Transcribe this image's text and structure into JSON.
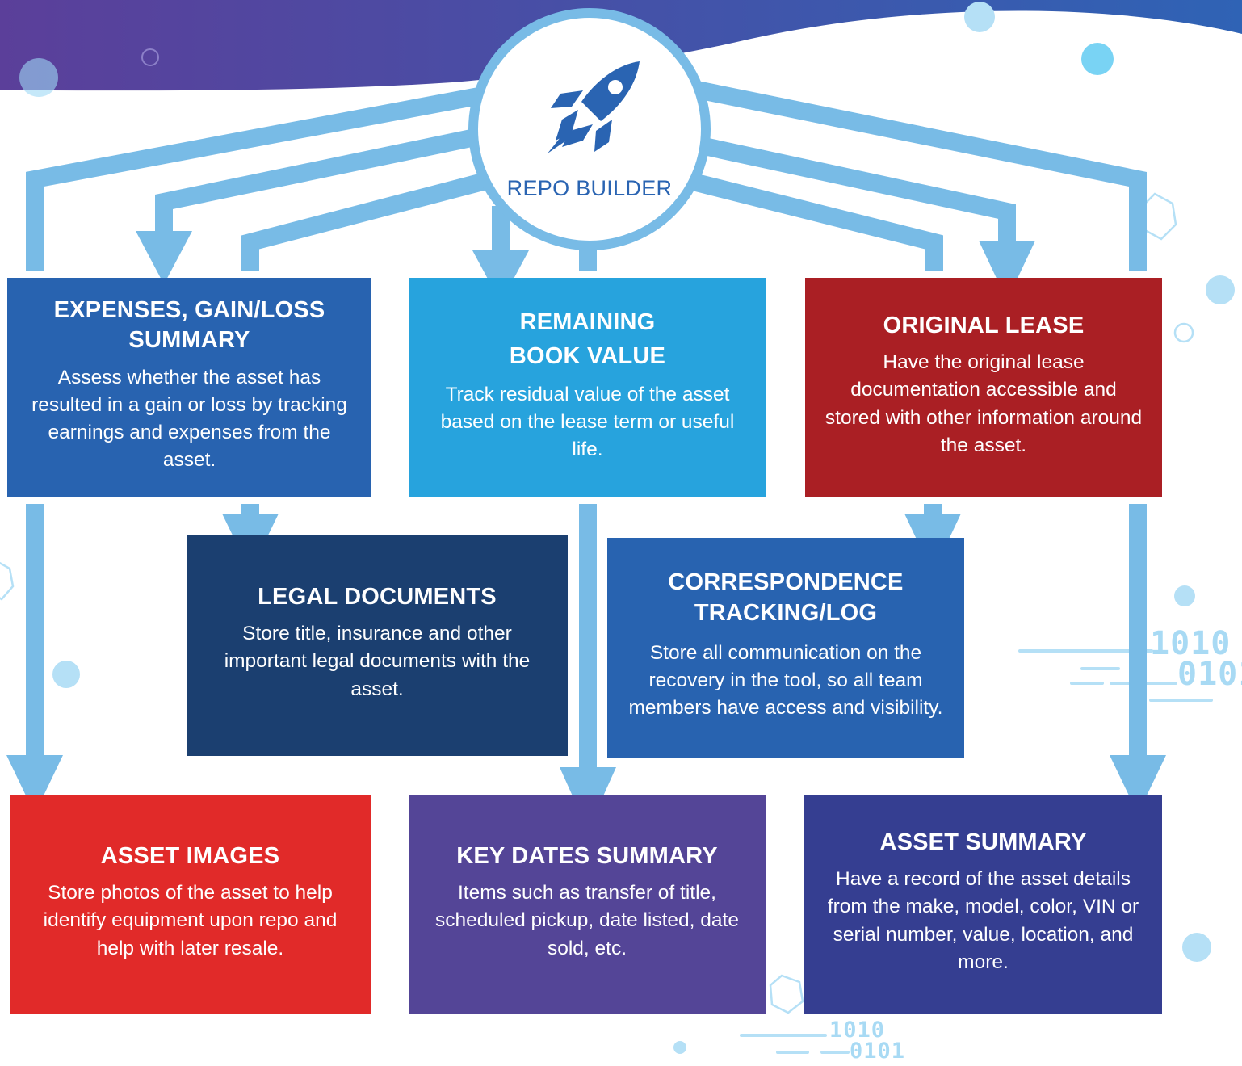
{
  "hub": {
    "label": "REPO BUILDER",
    "icon": "rocket-icon"
  },
  "boxes": {
    "expenses": {
      "title": "EXPENSES, GAIN/LOSS SUMMARY",
      "text": "Assess whether the asset has resulted in a gain or loss by tracking earnings and expenses from the asset.",
      "color": "#2863b0"
    },
    "book_value": {
      "title": "REMAINING BOOK VALUE",
      "text": "Track residual value of the asset based on the lease term or useful life.",
      "color": "#27a3dd"
    },
    "original_lease": {
      "title": "ORIGINAL LEASE",
      "text": "Have the original lease documentation accessible and stored with other information around the asset.",
      "color": "#aa1f24"
    },
    "legal_documents": {
      "title": "LEGAL DOCUMENTS",
      "text": "Store title, insurance and other important legal documents with the asset.",
      "color": "#1b3f70"
    },
    "correspondence": {
      "title": "CORRESPONDENCE TRACKING/LOG",
      "text": "Store all communication on the recovery in the tool, so all team members have access and visibility.",
      "color": "#2863b0"
    },
    "asset_images": {
      "title": "ASSET IMAGES",
      "text": "Store photos of the asset to help identify equipment upon repo and help with later resale.",
      "color": "#e12a29"
    },
    "key_dates": {
      "title": "KEY DATES SUMMARY",
      "text": "Items such as transfer of title, scheduled pickup, date listed, date sold, etc.",
      "color": "#544597"
    },
    "asset_summary": {
      "title": "ASSET SUMMARY",
      "text": "Have a record of the asset details from the make, model, color, VIN or serial number, value, location, and more.",
      "color": "#353e91"
    }
  },
  "decor": {
    "binary_a": "1010",
    "binary_b": "0101"
  },
  "colors": {
    "arrow": "#78bbe6",
    "header_gradient": [
      "#5b3f9a",
      "#2f63b5"
    ]
  }
}
